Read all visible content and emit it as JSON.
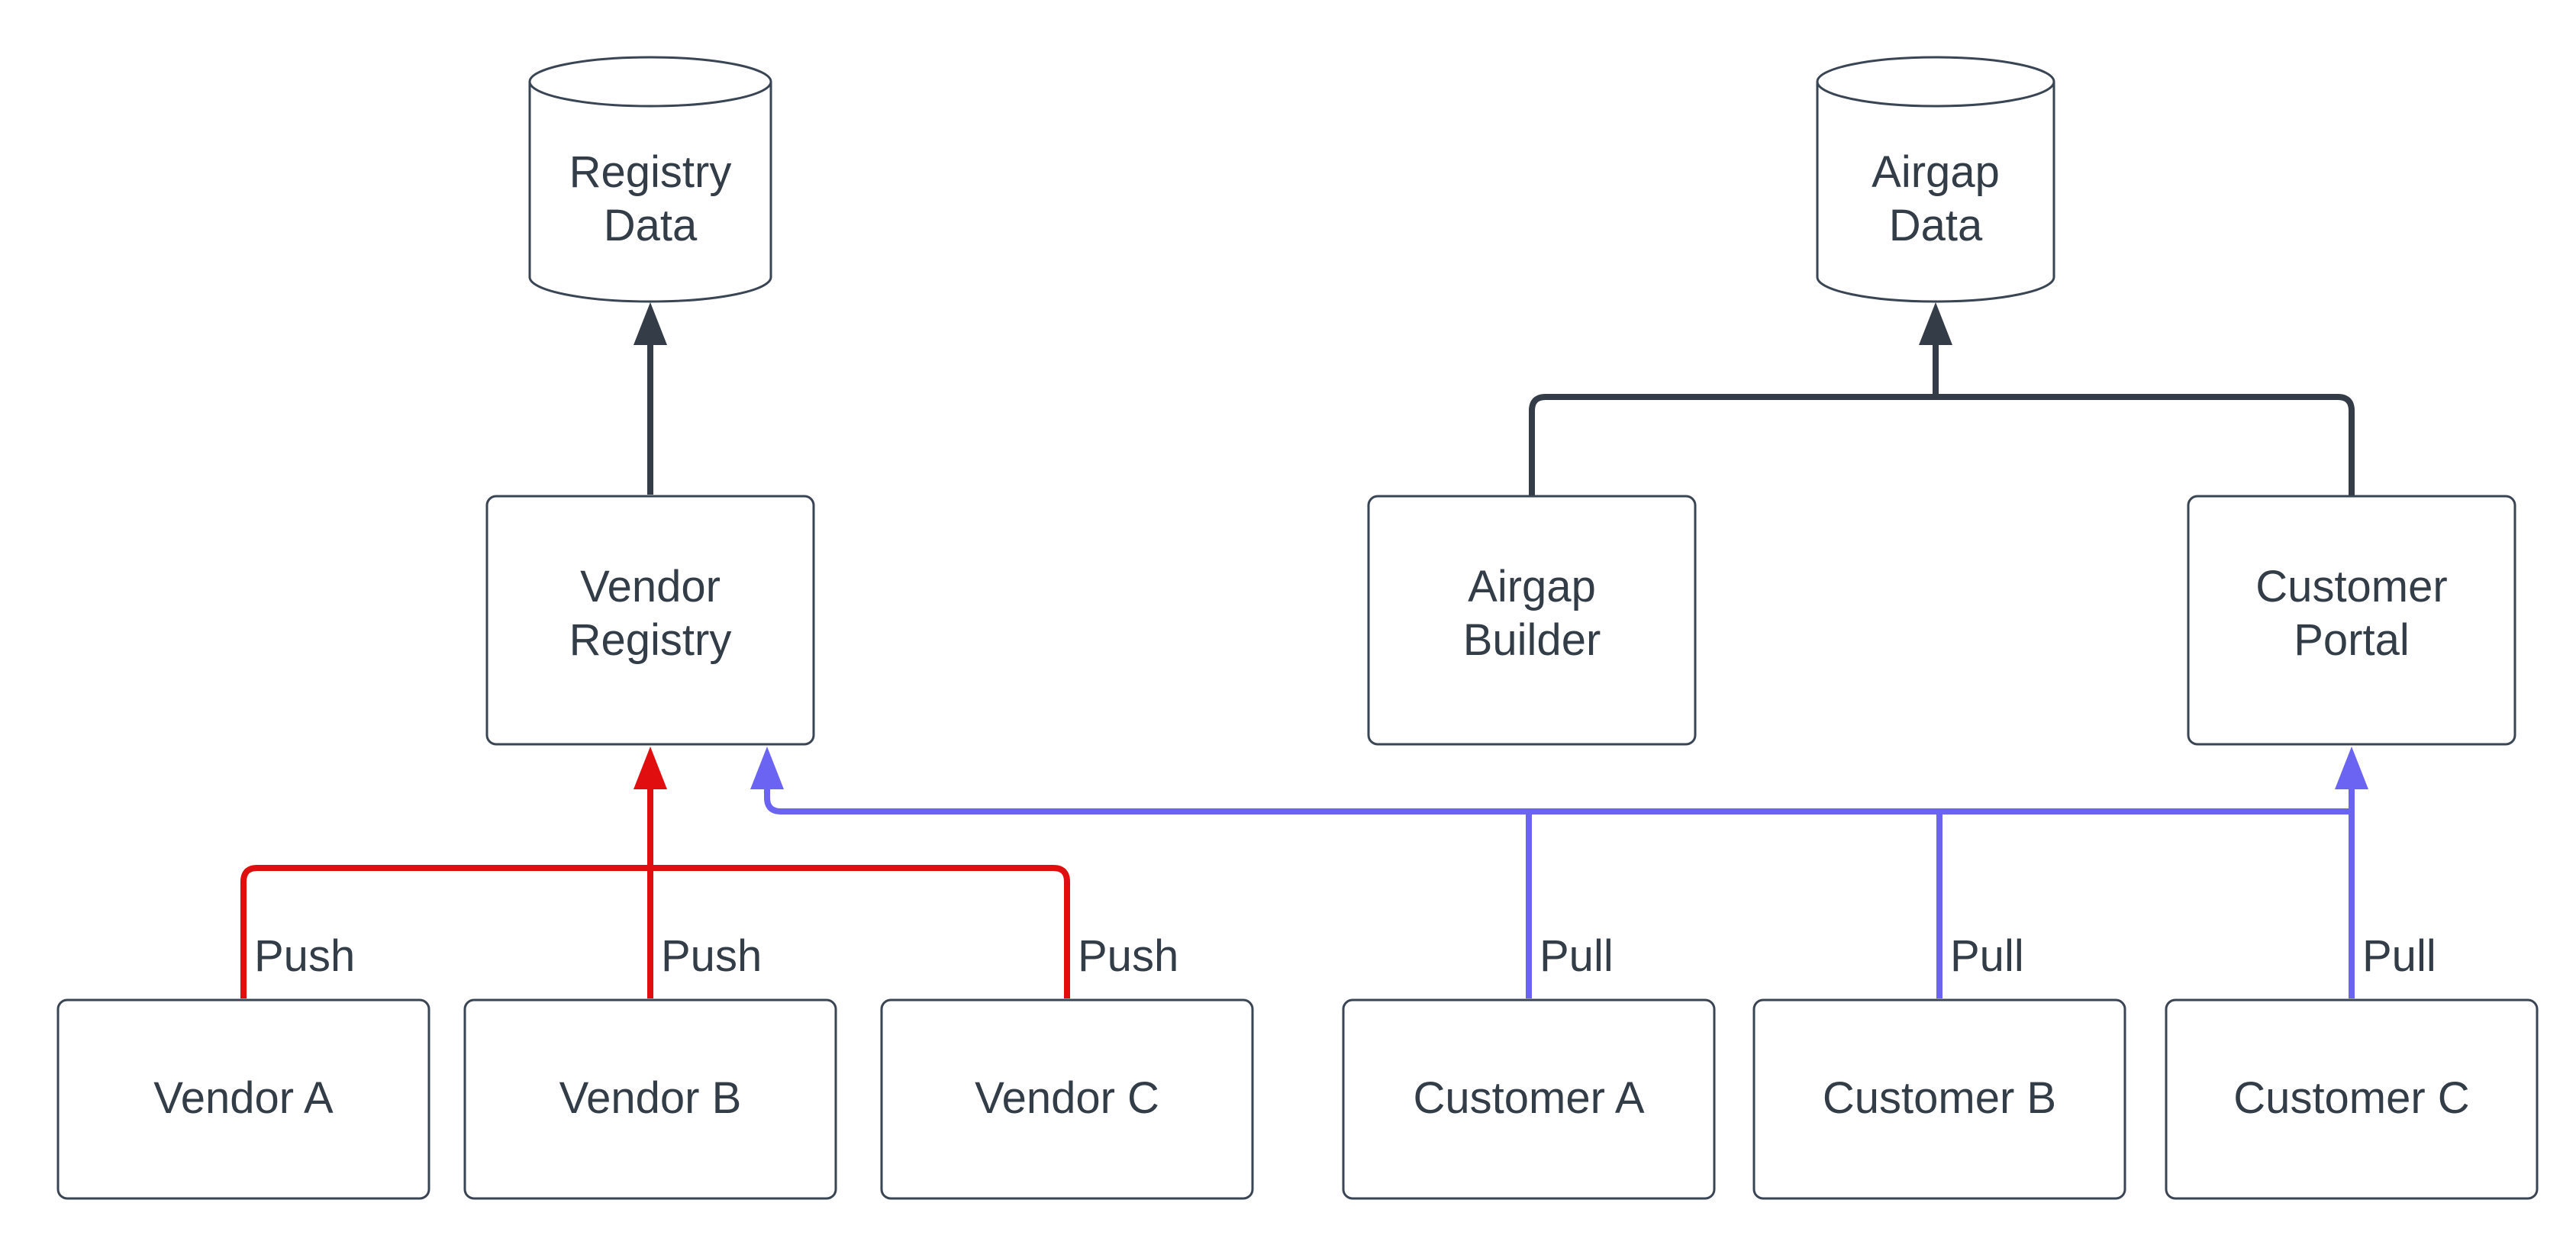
{
  "diagram": {
    "type": "flowchart",
    "background": "#ffffff",
    "nodes": {
      "registry_data": {
        "shape": "cylinder",
        "line1": "Registry",
        "line2": "Data"
      },
      "airgap_data": {
        "shape": "cylinder",
        "line1": "Airgap",
        "line2": "Data"
      },
      "vendor_registry": {
        "shape": "rect",
        "line1": "Vendor",
        "line2": "Registry"
      },
      "airgap_builder": {
        "shape": "rect",
        "line1": "Airgap",
        "line2": "Builder"
      },
      "customer_portal": {
        "shape": "rect",
        "line1": "Customer",
        "line2": "Portal"
      },
      "vendor_a": {
        "shape": "rect",
        "label": "Vendor A"
      },
      "vendor_b": {
        "shape": "rect",
        "label": "Vendor B"
      },
      "vendor_c": {
        "shape": "rect",
        "label": "Vendor C"
      },
      "customer_a": {
        "shape": "rect",
        "label": "Customer A"
      },
      "customer_b": {
        "shape": "rect",
        "label": "Customer B"
      },
      "customer_c": {
        "shape": "rect",
        "label": "Customer C"
      }
    },
    "edges": [
      {
        "from": "Vendor Registry",
        "to": "Registry Data",
        "label": "",
        "color": "#333c47"
      },
      {
        "from": "Airgap Builder",
        "to": "Airgap Data",
        "label": "",
        "color": "#333c47"
      },
      {
        "from": "Customer Portal",
        "to": "Airgap Data",
        "label": "",
        "color": "#333c47"
      },
      {
        "from": "Vendor A",
        "to": "Vendor Registry",
        "label": "Push",
        "color": "#e00e0e"
      },
      {
        "from": "Vendor B",
        "to": "Vendor Registry",
        "label": "Push",
        "color": "#e00e0e"
      },
      {
        "from": "Vendor C",
        "to": "Vendor Registry",
        "label": "Push",
        "color": "#e00e0e"
      },
      {
        "from": "Customer A",
        "to": "Customer Portal",
        "label": "Pull",
        "color": "#6b63f2"
      },
      {
        "from": "Customer B",
        "to": "Customer Portal",
        "label": "Pull",
        "color": "#6b63f2"
      },
      {
        "from": "Customer C",
        "to": "Customer Portal",
        "label": "Pull",
        "color": "#6b63f2"
      }
    ],
    "colors": {
      "push_edge": "#e00e0e",
      "pull_edge": "#6b63f2",
      "dark_edge": "#333c47",
      "node_border": "#3a4554",
      "node_fill": "#ffffff",
      "text": "#333d48",
      "background": "#ffffff"
    }
  }
}
